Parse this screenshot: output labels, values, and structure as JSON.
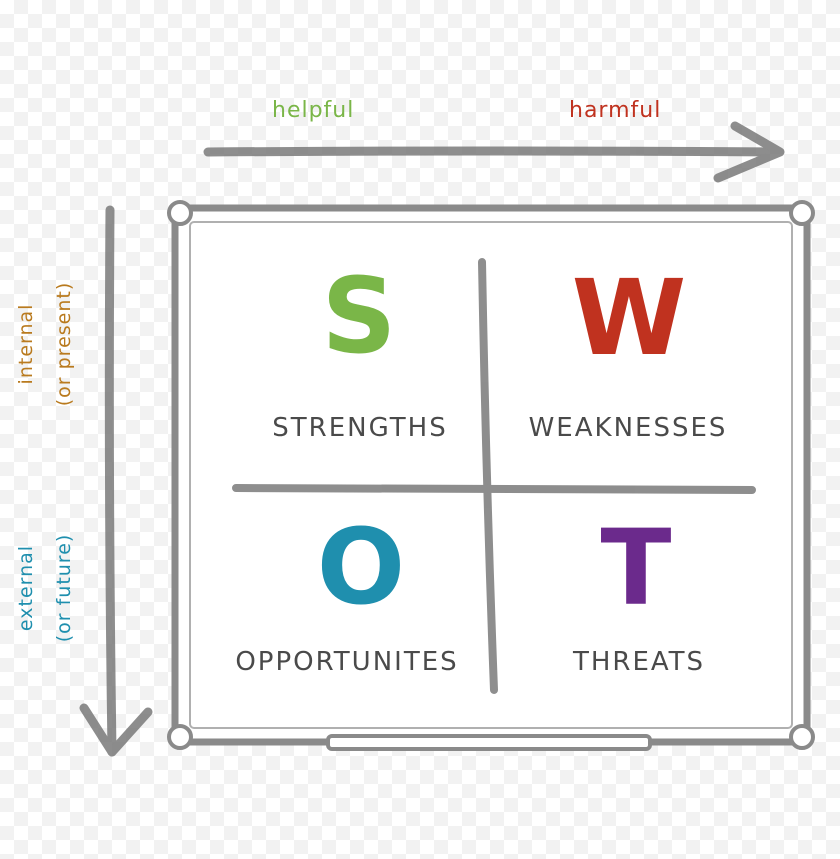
{
  "axes": {
    "helpful": "helpful",
    "harmful": "harmful",
    "internal": "internal",
    "internal_sub": "(or present)",
    "external": "external",
    "external_sub": "(or future)"
  },
  "quadrants": [
    {
      "letter": "S",
      "name": "STRENGTHS"
    },
    {
      "letter": "W",
      "name": "WEAKNESSES"
    },
    {
      "letter": "O",
      "name": "OPPORTUNITES"
    },
    {
      "letter": "T",
      "name": "THREATS"
    }
  ],
  "colors": {
    "green": "#7ab648",
    "red": "#c0321f",
    "brown": "#b97a1e",
    "teal": "#1f8fae",
    "purple": "#6b2a8c",
    "gray": "#777777",
    "dark": "#4a4a4a"
  }
}
